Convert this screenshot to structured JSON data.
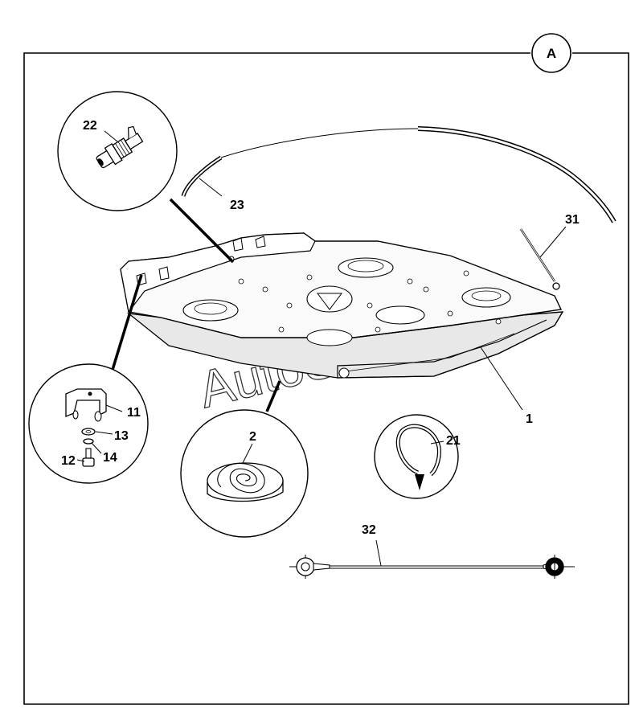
{
  "diagram": {
    "section_badge": "A",
    "watermark": "AutoSoft",
    "callouts": {
      "seat_pan": "1",
      "foam_tape": "2",
      "bracket": "11",
      "screw": "12",
      "washer_13": "13",
      "washer_14": "14",
      "cable_tie": "21",
      "fitting": "22",
      "hose": "23",
      "antenna_rod": "31",
      "cable": "32"
    }
  }
}
